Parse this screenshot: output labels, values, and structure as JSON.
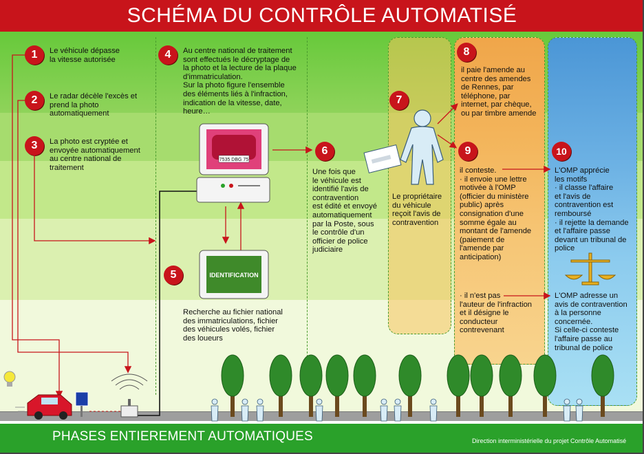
{
  "title": "SCHÉMA DU CONTRÔLE AUTOMATISÉ",
  "steps": [
    {
      "num": "1",
      "text": "Le véhicule dépasse\nla vitesse autorisée"
    },
    {
      "num": "2",
      "text": "Le radar décèle l'excès et\nprend la photo\nautomatiquement"
    },
    {
      "num": "3",
      "text": "La photo est cryptée et\nenvoyée automatiquement\nau centre national de\ntraitement"
    },
    {
      "num": "4",
      "text": "Au centre national de traitement\nsont effectués le décryptage de\nla photo et la lecture de la plaque\nd'immatriculation.\nSur la photo figure l'ensemble\ndes éléments liés à l'infraction,\nindication de la vitesse, date,\nheure…"
    },
    {
      "num": "5",
      "text": "Recherche au fichier national\ndes immatriculations, fichier\ndes véhicules volés, fichier\ndes loueurs"
    },
    {
      "num": "6",
      "text": "Une fois que\nle véhicule est\nidentifié l'avis de\ncontravention\nest édité et envoyé\nautomatiquement\npar la Poste, sous\nle contrôle d'un\nofficier de police\njudiciaire"
    },
    {
      "num": "7",
      "text": "Le propriétaire\ndu véhicule\nreçoit l'avis de\ncontravention"
    },
    {
      "num": "8",
      "text": "il paie l'amende au\ncentre des amendes\nde Rennes, par\ntéléphone, par\ninternet, par chèque,\nou par timbre amende"
    },
    {
      "num": "9",
      "text": "il conteste.\n· il envoie une lettre\nmotivée à l'OMP\n(officier du ministère\npublic) après\nconsignation d'une\nsomme égale au\nmontant de l'amende\n(paiement de\nl'amende par\nanticipation)"
    },
    {
      "num": "10",
      "text": "L'OMP apprécie\nles motifs\n· il classe l'affaire\net l'avis de\ncontravention est\nremboursé\n· il rejette la demande\net l'affaire passe\ndevant un tribunal de\npolice"
    }
  ],
  "step9_extra": "· il n'est pas\nl'auteur de l'infraction\net il désigne le\nconducteur\ncontrevenant",
  "step10_extra": "L'OMP adresse un\navis de contravention\nà la personne\nconcernée.\nSi celle-ci conteste\nl'affaire passe au\ntribunal de police",
  "screen_label": "IDENTIFICATION",
  "plate": "7535 DBG 75",
  "footer_left": "PHASES ENTIEREMENT AUTOMATIQUES",
  "footer_right": "Direction interministérielle du projet Contrôle Automatisé",
  "colors": {
    "red": "#c8141b",
    "green": "#2aa12a",
    "orange_col": "#f3b24c",
    "blue_col": "#5aa6dc",
    "tree": "#2f8a2a"
  }
}
